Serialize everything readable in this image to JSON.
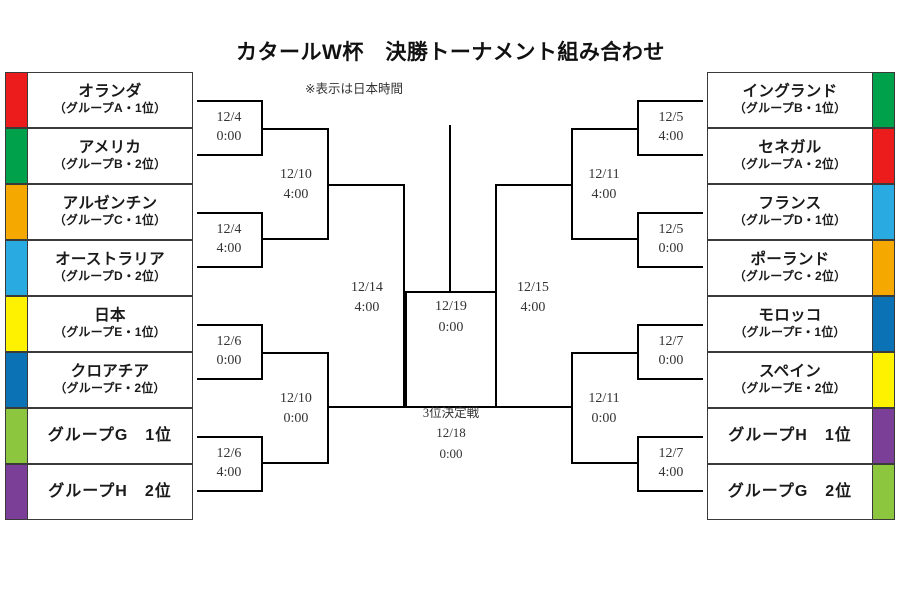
{
  "header": {
    "title": "カタールW杯　決勝トーナメント組み合わせ",
    "note": "※表示は日本時間"
  },
  "colors": {
    "red": "#ec1c1c",
    "green": "#00a14b",
    "orange": "#f5a800",
    "cyan": "#29abe2",
    "yellow": "#fff200",
    "blue": "#0b72b5",
    "light_green": "#8cc63e",
    "purple": "#7b3f98"
  },
  "left_teams": [
    {
      "name": "オランダ",
      "group": "（グループA・1位）",
      "color": "#ec1c1c",
      "placeholder": false
    },
    {
      "name": "アメリカ",
      "group": "（グループB・2位）",
      "color": "#00a14b",
      "placeholder": false
    },
    {
      "name": "アルゼンチン",
      "group": "（グループC・1位）",
      "color": "#f5a800",
      "placeholder": false
    },
    {
      "name": "オーストラリア",
      "group": "（グループD・2位）",
      "color": "#29abe2",
      "placeholder": false
    },
    {
      "name": "日本",
      "group": "（グループE・1位）",
      "color": "#fff200",
      "placeholder": false
    },
    {
      "name": "クロアチア",
      "group": "（グループF・2位）",
      "color": "#0b72b5",
      "placeholder": false
    },
    {
      "name": "グループG　1位",
      "group": "",
      "color": "#8cc63e",
      "placeholder": true
    },
    {
      "name": "グループH　2位",
      "group": "",
      "color": "#7b3f98",
      "placeholder": true
    }
  ],
  "right_teams": [
    {
      "name": "イングランド",
      "group": "（グループB・1位）",
      "color": "#00a14b",
      "placeholder": false
    },
    {
      "name": "セネガル",
      "group": "（グループA・2位）",
      "color": "#ec1c1c",
      "placeholder": false
    },
    {
      "name": "フランス",
      "group": "（グループD・1位）",
      "color": "#29abe2",
      "placeholder": false
    },
    {
      "name": "ポーランド",
      "group": "（グループC・2位）",
      "color": "#f5a800",
      "placeholder": false
    },
    {
      "name": "モロッコ",
      "group": "（グループF・1位）",
      "color": "#0b72b5",
      "placeholder": false
    },
    {
      "name": "スペイン",
      "group": "（グループE・2位）",
      "color": "#fff200",
      "placeholder": false
    },
    {
      "name": "グループH　1位",
      "group": "",
      "color": "#7b3f98",
      "placeholder": true
    },
    {
      "name": "グループG　2位",
      "group": "",
      "color": "#8cc63e",
      "placeholder": true
    }
  ],
  "round16_left": [
    {
      "date": "12/4",
      "time": "0:00"
    },
    {
      "date": "12/4",
      "time": "4:00"
    },
    {
      "date": "12/6",
      "time": "0:00"
    },
    {
      "date": "12/6",
      "time": "4:00"
    }
  ],
  "round16_right": [
    {
      "date": "12/5",
      "time": "4:00"
    },
    {
      "date": "12/5",
      "time": "0:00"
    },
    {
      "date": "12/7",
      "time": "0:00"
    },
    {
      "date": "12/7",
      "time": "4:00"
    }
  ],
  "quarter_left": [
    {
      "date": "12/10",
      "time": "4:00"
    },
    {
      "date": "12/10",
      "time": "0:00"
    }
  ],
  "quarter_right": [
    {
      "date": "12/11",
      "time": "4:00"
    },
    {
      "date": "12/11",
      "time": "0:00"
    }
  ],
  "semi_left": {
    "date": "12/14",
    "time": "4:00"
  },
  "semi_right": {
    "date": "12/15",
    "time": "4:00"
  },
  "final": {
    "date": "12/19",
    "time": "0:00"
  },
  "third_place": {
    "label": "3位決定戦",
    "date": "12/18",
    "time": "0:00"
  }
}
